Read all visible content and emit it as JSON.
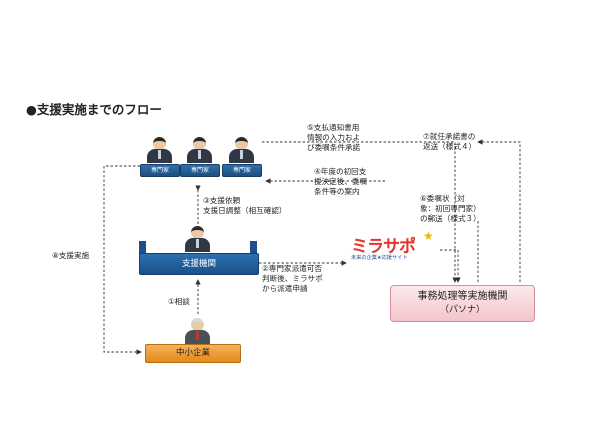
{
  "title": "●支援実施までのフロー",
  "nodes": {
    "expert_label": "専門家",
    "agency": "支援機関",
    "sme": "中小企業",
    "mirasapo_name": "ミラサポ",
    "mirasapo_tagline": "未来の企業★応援サイト",
    "office_name": "事務処理等実施機関",
    "office_sub": "（パソナ）"
  },
  "labels": {
    "step5_line1": "⑤支払通知書用",
    "step5_line2": "情報の入力およ",
    "step5_line3": "び委嘱条件承諾",
    "step7_line1": "⑦就任承諾書の",
    "step7_line2": "返送（様式４）",
    "step4_line1": "④年度の初回支",
    "step4_line2": "援決定後、委嘱",
    "step4_line3": "条件等の案内",
    "step6_line1": "⑥委嘱状（対",
    "step6_line2": "象：初回専門家）",
    "step6_line3": "の郵送（様式３）",
    "step3_line1": "③支援依頼",
    "step3_line2": "支援日調整（相互確認）",
    "step8": "⑧支援実施",
    "step2_line1": "②専門家派遣可否",
    "step2_line2": "判断後、ミラサポ",
    "step2_line3": "から派遣申請",
    "step1": "①相談"
  }
}
